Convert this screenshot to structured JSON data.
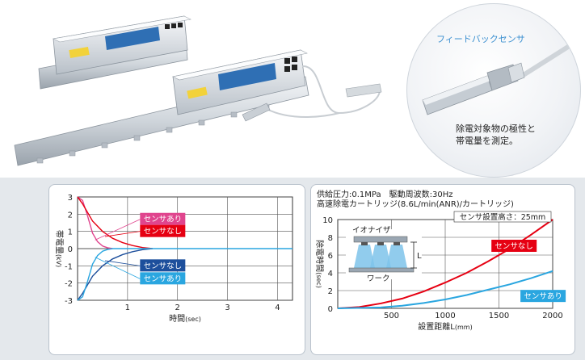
{
  "callout": {
    "title": "フィードバックセンサ",
    "description": "除電対象物の極性と\n帯電量を測定。"
  },
  "chart_data": [
    {
      "type": "line",
      "xlabel": "時間",
      "xunit": "(sec)",
      "ylabel": "帯電量",
      "yunit": "(kV)",
      "xlim": [
        0,
        4.3
      ],
      "ylim": [
        -3,
        3
      ],
      "xticks": [
        1,
        2,
        3,
        4
      ],
      "yticks": [
        3,
        2,
        1,
        0,
        -1,
        -2,
        -3
      ],
      "grid": true,
      "series": [
        {
          "name": "センサあり",
          "color": "#e0458e",
          "x": [
            0,
            0.1,
            0.2,
            0.3,
            0.4,
            0.5,
            0.6,
            0.7
          ],
          "y": [
            3,
            2.8,
            1.9,
            0.9,
            0.4,
            0.15,
            0.05,
            0
          ]
        },
        {
          "name": "センサなし",
          "color": "#e60012",
          "x": [
            0,
            0.1,
            0.3,
            0.5,
            0.7,
            0.9,
            1.1,
            1.3,
            1.5
          ],
          "y": [
            3,
            2.6,
            1.6,
            1.0,
            0.6,
            0.35,
            0.18,
            0.06,
            0
          ]
        },
        {
          "name": "センサなし",
          "color": "#1d4f9c",
          "x": [
            0,
            0.1,
            0.3,
            0.5,
            0.7,
            0.9,
            1.1,
            1.3,
            1.5
          ],
          "y": [
            -3,
            -2.6,
            -1.6,
            -1.0,
            -0.6,
            -0.35,
            -0.18,
            -0.06,
            0
          ]
        },
        {
          "name": "センサあり",
          "color": "#2aa6e0",
          "x": [
            0,
            0.1,
            0.2,
            0.3,
            0.4,
            0.5,
            0.6,
            0.7,
            4.3
          ],
          "y": [
            -3,
            -2.8,
            -1.9,
            -0.9,
            -0.4,
            -0.15,
            -0.05,
            0,
            0
          ]
        }
      ],
      "labels": [
        {
          "text": "センサあり",
          "color": "#e0458e",
          "at": [
            1.25,
            1.7
          ]
        },
        {
          "text": "センサなし",
          "color": "#e60012",
          "at": [
            1.25,
            1.0
          ]
        },
        {
          "text": "センサなし",
          "color": "#1d4f9c",
          "at": [
            1.25,
            -1.0
          ]
        },
        {
          "text": "センサあり",
          "color": "#2aa6e0",
          "at": [
            1.25,
            -1.75
          ]
        }
      ]
    },
    {
      "type": "line",
      "conditions": [
        "供給圧力:0.1MPa　駆動周波数:30Hz",
        "高速除電カートリッジ(8.6L/min(ANR)/カートリッジ)"
      ],
      "note": "センサ設置高さ：25mm",
      "xlabel": "設置距離L",
      "xunit": "(mm)",
      "ylabel": "除電時間",
      "yunit": "(sec)",
      "xlim": [
        0,
        2000
      ],
      "ylim": [
        0,
        10
      ],
      "xticks": [
        500,
        1000,
        1500,
        2000
      ],
      "yticks": [
        0,
        2,
        4,
        6,
        8,
        10
      ],
      "grid": true,
      "series": [
        {
          "name": "センサなし",
          "color": "#e60012",
          "x": [
            0,
            200,
            400,
            600,
            800,
            1000,
            1200,
            1400,
            1600,
            1800,
            2000
          ],
          "y": [
            0,
            0.15,
            0.55,
            1.1,
            1.9,
            2.9,
            4.0,
            5.3,
            6.7,
            8.3,
            10
          ]
        },
        {
          "name": "センサあり",
          "color": "#2aa6e0",
          "x": [
            0,
            400,
            600,
            800,
            1000,
            1200,
            1400,
            1600,
            1800,
            2000
          ],
          "y": [
            0,
            0.1,
            0.3,
            0.6,
            1.0,
            1.5,
            2.1,
            2.7,
            3.4,
            4.2
          ]
        }
      ],
      "labels": [
        {
          "text": "センサなし",
          "color": "#e60012",
          "at": [
            1430,
            7.0
          ]
        },
        {
          "text": "センサあり",
          "color": "#2aa6e0",
          "at": [
            1700,
            1.35
          ]
        }
      ],
      "inset": {
        "ionizer_label": "イオナイザ",
        "work_label": "ワーク",
        "dimension_label": "L"
      }
    }
  ]
}
